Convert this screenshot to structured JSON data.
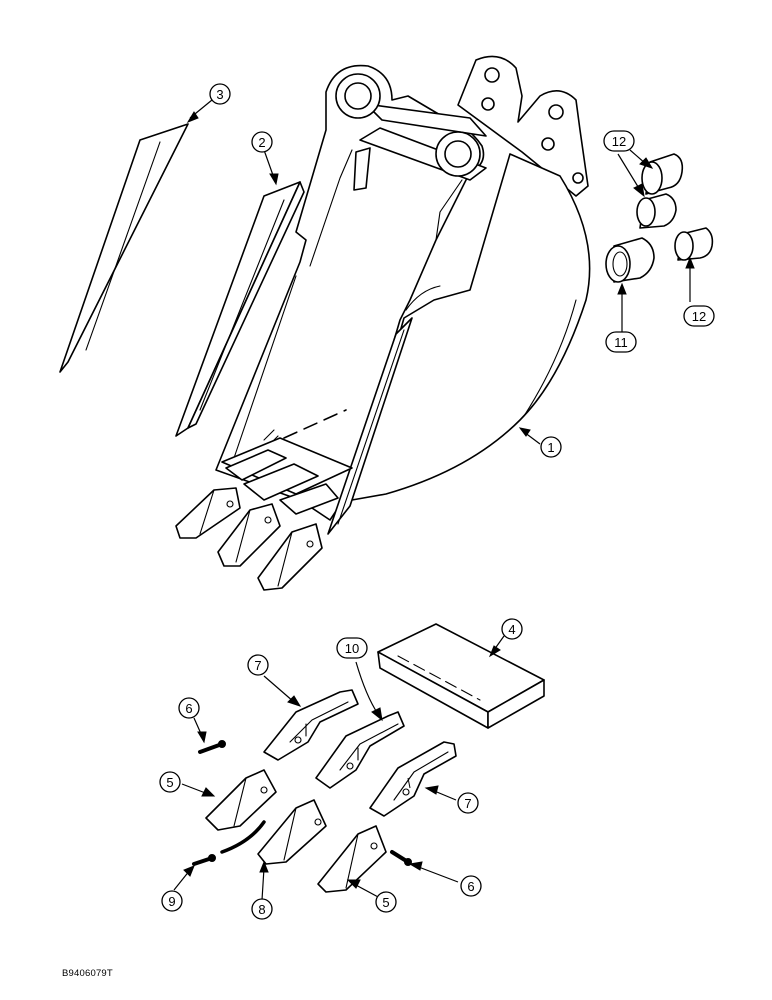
{
  "callouts": [
    {
      "id": "c3a",
      "label": "3"
    },
    {
      "id": "c2",
      "label": "2"
    },
    {
      "id": "c12a",
      "label": "12"
    },
    {
      "id": "c12b",
      "label": "12"
    },
    {
      "id": "c11",
      "label": "11"
    },
    {
      "id": "c1",
      "label": "1"
    },
    {
      "id": "c4",
      "label": "4"
    },
    {
      "id": "c10",
      "label": "10"
    },
    {
      "id": "c7a",
      "label": "7"
    },
    {
      "id": "c6a",
      "label": "6"
    },
    {
      "id": "c5a",
      "label": "5"
    },
    {
      "id": "c7b",
      "label": "7"
    },
    {
      "id": "c9",
      "label": "9"
    },
    {
      "id": "c8",
      "label": "8"
    },
    {
      "id": "c5b",
      "label": "5"
    },
    {
      "id": "c6b",
      "label": "6"
    }
  ],
  "reference_code": "B9406079T"
}
